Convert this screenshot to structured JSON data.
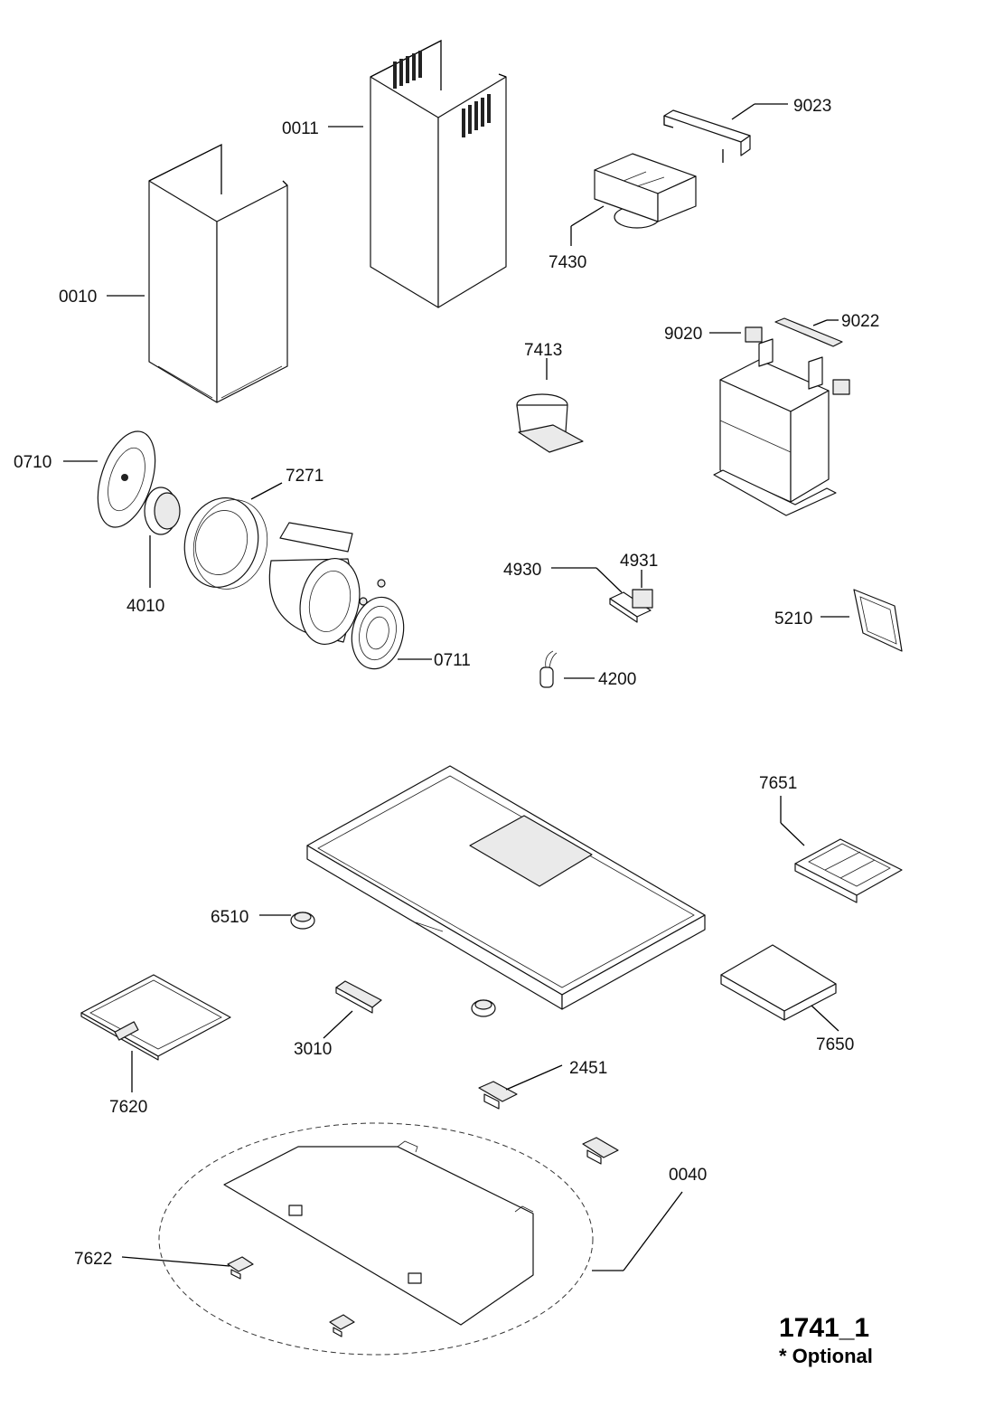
{
  "labels": {
    "p0010": "0010",
    "p0011": "0011",
    "p9023": "9023",
    "p7430": "7430",
    "p9020": "9020",
    "p9022": "9022",
    "p7413": "7413",
    "p0710": "0710",
    "p7271": "7271",
    "p4010": "4010",
    "p0711": "0711",
    "p4930": "4930",
    "p4931": "4931",
    "p5210": "5210",
    "p4200": "4200",
    "p7651": "7651",
    "p6510": "6510",
    "p3010": "3010",
    "p7650": "7650",
    "p7620": "7620",
    "p2451": "2451",
    "p0040": "0040",
    "p7622": "7622"
  },
  "footer": {
    "drawing_number": "1741_1",
    "optional_note": "* Optional"
  }
}
